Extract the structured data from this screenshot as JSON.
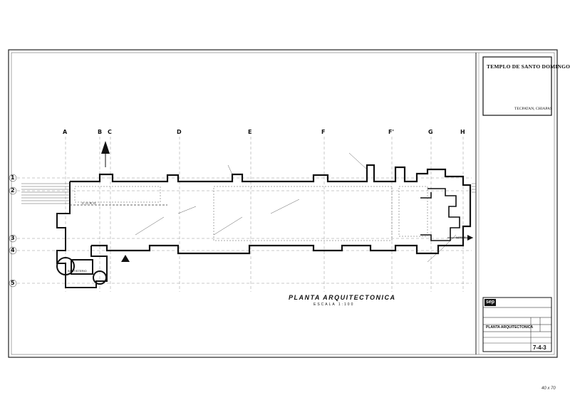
{
  "title_block": {
    "project": "TEMPLO DE SANTO DOMINGO",
    "location": "TECPATAN, CHIAPAS",
    "agency_logo": "sep",
    "sheet_title": "PLANTA ARQUITECTONICA",
    "sheet_number": "7-4-3"
  },
  "drawing": {
    "title": "PLANTA ARQUITECTONICA",
    "scale": "ESCALA  1:100",
    "north_label": "NORTE",
    "coro_label": "CORO",
    "baptistery_label": "BAUTISTERIO"
  },
  "grid": {
    "columns": [
      "A",
      "B",
      "C",
      "D",
      "E",
      "F",
      "F'",
      "G",
      "H"
    ],
    "rows": [
      "1",
      "2",
      "3",
      "4",
      "5"
    ]
  },
  "corner_annotation": "40 x 70",
  "colors": {
    "ink": "#111111",
    "paper": "#ffffff",
    "grid_line": "#444444"
  },
  "icons": [
    "north-arrow-icon",
    "sep-logo-icon",
    "section-marker-icon"
  ]
}
